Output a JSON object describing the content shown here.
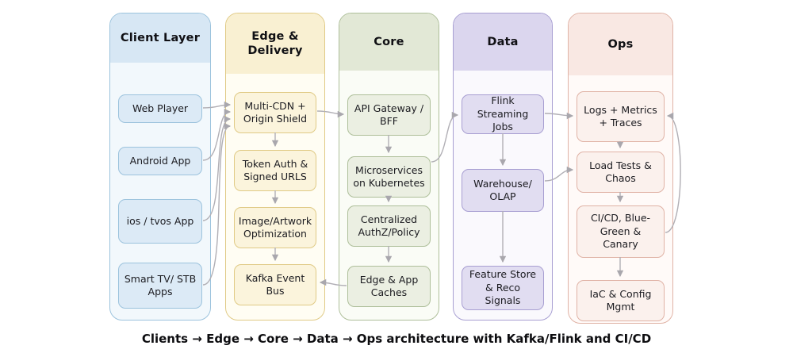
{
  "caption": "Clients → Edge → Core → Data → Ops architecture with Kafka/Flink and CI/CD",
  "palette": {
    "arrow": "#b1afb5",
    "text": "#161616",
    "client-header-bg": "#d7e7f4",
    "client-border": "#9cc3dd",
    "client-box-bg": "#dceaf6",
    "client-body-bg": "#f2f8fc",
    "edge-header-bg": "#f9f0d2",
    "edge-border": "#e0ca85",
    "edge-box-bg": "#fbf4dc",
    "edge-body-bg": "#fffdf3",
    "core-header-bg": "#e2e8d6",
    "core-border": "#aebf9a",
    "core-box-bg": "#ebefe2",
    "core-body-bg": "#fafcf6",
    "data-header-bg": "#dbd6ee",
    "data-border": "#a89fd2",
    "data-box-bg": "#e1ddf1",
    "data-body-bg": "#faf9fd",
    "ops-header-bg": "#f9e8e3",
    "ops-border": "#e0b3a6",
    "ops-box-bg": "#fbf1ed",
    "ops-body-bg": "#fffaf8"
  },
  "columns": [
    {
      "title": "Client Layer",
      "boxes": [
        "Web Player",
        "Android App",
        "ios / tvos App",
        "Smart TV/ STB Apps"
      ]
    },
    {
      "title": "Edge & Delivery",
      "boxes": [
        "Multi-CDN + Origin Shield",
        "Token Auth & Signed URLS",
        "Image/Artwork Optimization",
        "Kafka Event Bus"
      ]
    },
    {
      "title": "Core",
      "boxes": [
        "API Gateway / BFF",
        "Microservices on Kubernetes",
        "Centralized AuthZ/Policy",
        "Edge & App Caches"
      ]
    },
    {
      "title": "Data",
      "boxes": [
        "Flink Streaming Jobs",
        "Warehouse/ OLAP",
        "Feature Store & Reco Signals"
      ]
    },
    {
      "title": "Ops",
      "boxes": [
        "Logs + Metrics + Traces",
        "Load Tests & Chaos",
        "CI/CD, Blue-Green & Canary",
        "IaC & Config Mgmt"
      ]
    }
  ],
  "connections": [
    {
      "from": "web-player",
      "to": "multi-cdn-origin-shield"
    },
    {
      "from": "android-app",
      "to": "multi-cdn-origin-shield"
    },
    {
      "from": "ios-tvos-app",
      "to": "multi-cdn-origin-shield"
    },
    {
      "from": "smart-tv-stb-apps",
      "to": "multi-cdn-origin-shield"
    },
    {
      "from": "multi-cdn-origin-shield",
      "to": "token-auth-signed-urls"
    },
    {
      "from": "token-auth-signed-urls",
      "to": "image-artwork-optimization"
    },
    {
      "from": "image-artwork-optimization",
      "to": "kafka-event-bus"
    },
    {
      "from": "multi-cdn-origin-shield",
      "to": "api-gateway-bff"
    },
    {
      "from": "api-gateway-bff",
      "to": "microservices-on-kubernetes"
    },
    {
      "from": "microservices-on-kubernetes",
      "to": "centralized-authz-policy"
    },
    {
      "from": "centralized-authz-policy",
      "to": "edge-app-caches"
    },
    {
      "from": "edge-app-caches",
      "to": "kafka-event-bus"
    },
    {
      "from": "microservices-on-kubernetes",
      "to": "flink-streaming-jobs"
    },
    {
      "from": "flink-streaming-jobs",
      "to": "warehouse-olap"
    },
    {
      "from": "warehouse-olap",
      "to": "feature-store-reco-signals"
    },
    {
      "from": "flink-streaming-jobs",
      "to": "logs-metrics-traces"
    },
    {
      "from": "warehouse-olap",
      "to": "load-tests-chaos"
    },
    {
      "from": "logs-metrics-traces",
      "to": "load-tests-chaos"
    },
    {
      "from": "load-tests-chaos",
      "to": "cicd-blue-green-canary"
    },
    {
      "from": "cicd-blue-green-canary",
      "to": "iac-config-mgmt"
    },
    {
      "from": "cicd-blue-green-canary",
      "to": "logs-metrics-traces"
    }
  ]
}
